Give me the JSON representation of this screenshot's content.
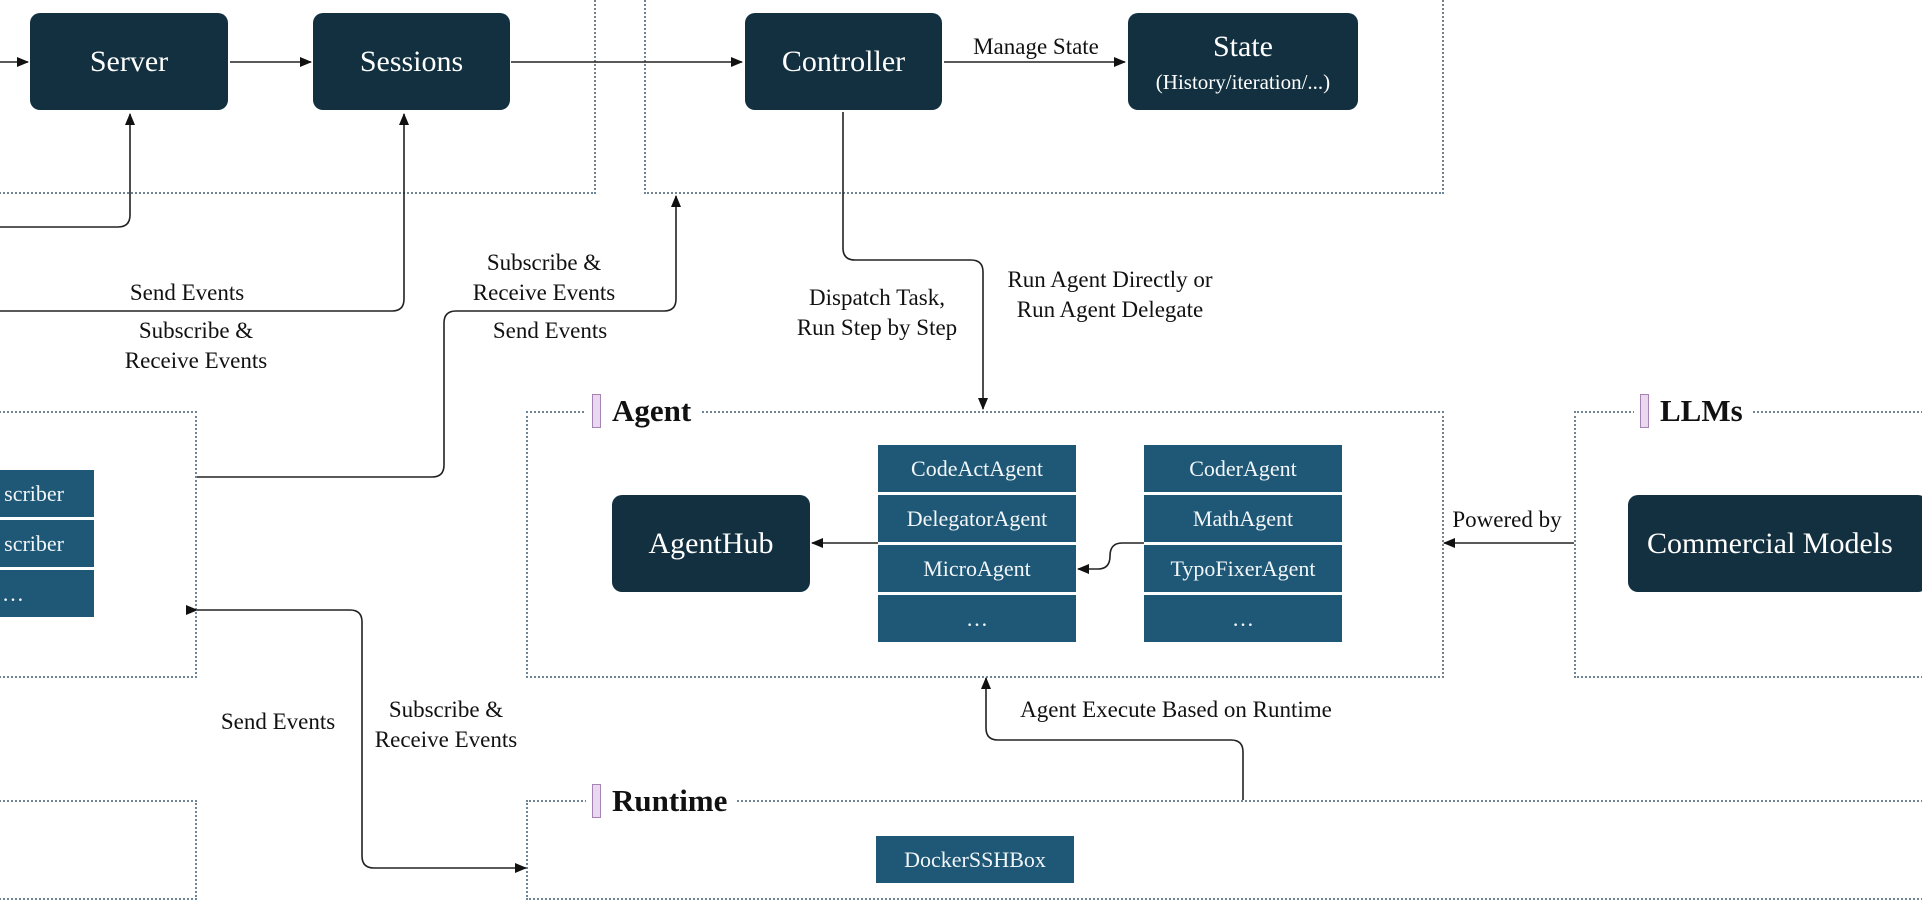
{
  "nodes": {
    "server": "Server",
    "sessions": "Sessions",
    "controller": "Controller",
    "state": {
      "title": "State",
      "subtitle": "(History/iteration/...)"
    },
    "agenthub": "AgentHub",
    "commercial_models": "Commercial Models"
  },
  "groups": {
    "agent": "Agent",
    "llms": "LLMs",
    "runtime": "Runtime"
  },
  "agent_lists": {
    "left": [
      "CodeActAgent",
      "DelegatorAgent",
      "MicroAgent",
      "…"
    ],
    "right": [
      "CoderAgent",
      "MathAgent",
      "TypoFixerAgent",
      "…"
    ]
  },
  "subscriber_list": [
    "scriber",
    "scriber",
    "…"
  ],
  "runtime_list": [
    "DockerSSHBox"
  ],
  "edge_labels": {
    "manage_state": "Manage State",
    "send_events_1": "Send Events",
    "subscribe_receive_1": [
      "Subscribe &",
      "Receive Events"
    ],
    "subscribe_receive_2": [
      "Subscribe &",
      "Receive Events"
    ],
    "send_events_2": "Send Events",
    "dispatch_task": [
      "Dispatch Task,",
      "Run Step by Step"
    ],
    "run_agent": [
      "Run Agent Directly or",
      "Run Agent Delegate"
    ],
    "powered_by": "Powered by",
    "send_events_3": "Send Events",
    "subscribe_receive_3": [
      "Subscribe &",
      "Receive Events"
    ],
    "agent_execute": "Agent Execute Based on Runtime"
  },
  "colors": {
    "node_dark": "#12303f",
    "list_cell": "#1f5876",
    "dotted_border": "#6f8596",
    "marker_fill": "#ead8f0"
  }
}
